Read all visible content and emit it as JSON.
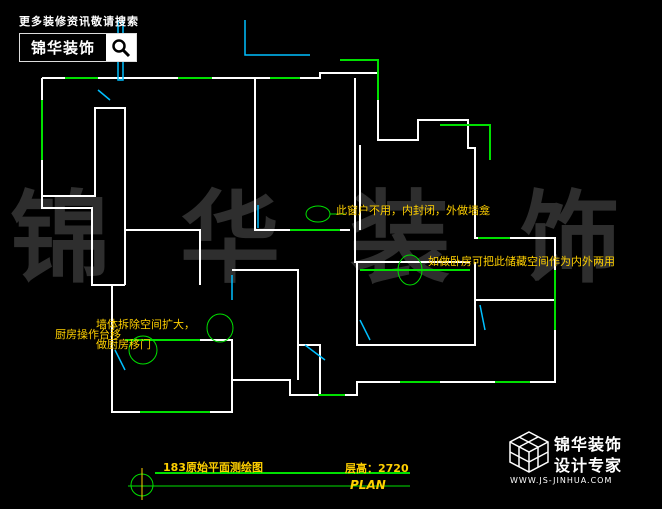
{
  "header": {
    "top_link": "更多装修资讯敬请搜索",
    "brand_name": "锦华装饰",
    "search_icon": "search-icon"
  },
  "watermark": [
    "锦",
    "华",
    "装",
    "饰"
  ],
  "annotations": {
    "window_note": "此窗户不用，内封闭，外做墙龛",
    "bedroom_note": "如做卧房可把此储藏空间作为内外两用",
    "kitchen_note_1": "墙体拆除空间扩大，",
    "kitchen_note_2": "厨房操作台移",
    "kitchen_note_3": "做厨房移门"
  },
  "title_block": {
    "title": "183原始平面测绘图",
    "height_label": "层高：2720",
    "plan_label": "PLAN"
  },
  "logo": {
    "name": "锦华装饰",
    "subtitle": "设计专家",
    "url": "WWW.JS-JINHUA.COM",
    "icon": "cube-icon"
  },
  "colors": {
    "wall": "#ffffff",
    "window": "#00e000",
    "door": "#00bfff",
    "pipe": "#00c8d0",
    "text": "#ffd000",
    "watermark": "#2e2e2e"
  }
}
